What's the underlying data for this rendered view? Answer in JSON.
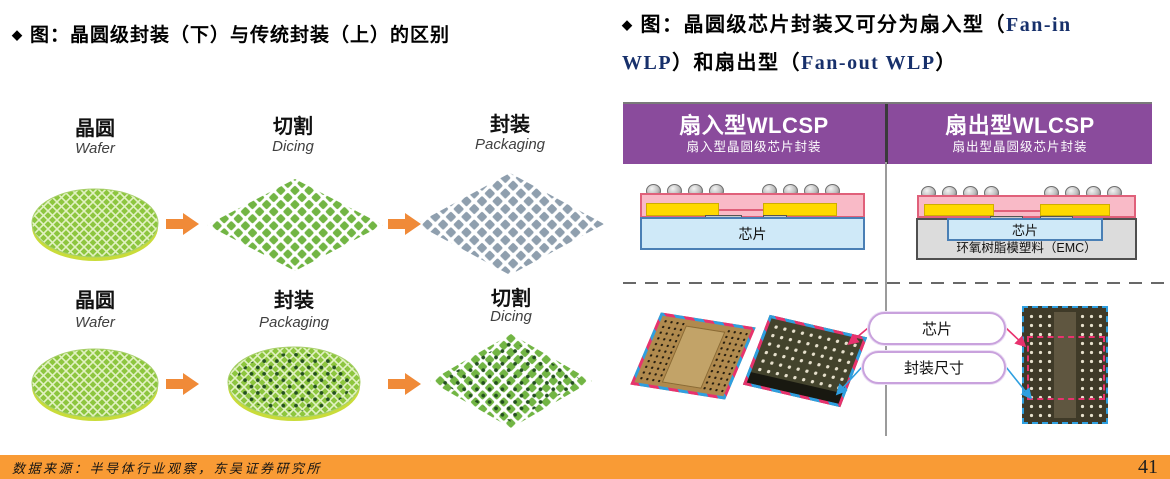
{
  "left_figure": {
    "bullet": "◆",
    "title": "图：晶圆级封装（下）与传统封装（上）的区别",
    "rows": [
      {
        "steps": [
          {
            "zh": "晶圆",
            "en": "Wafer"
          },
          {
            "zh": "切割",
            "en": "Dicing"
          },
          {
            "zh": "封装",
            "en": "Packaging"
          }
        ]
      },
      {
        "steps": [
          {
            "zh": "晶圆",
            "en": "Wafer"
          },
          {
            "zh": "封装",
            "en": "Packaging"
          },
          {
            "zh": "切割",
            "en": "Dicing"
          }
        ]
      }
    ]
  },
  "right_figure": {
    "bullet": "◆",
    "title_segments": {
      "s1": "图：晶圆级芯片封装又可分为扇入型（",
      "s2": "Fan-in",
      "s3": "WLP",
      "s4": "）和扇出型（",
      "s5": "Fan-out WLP",
      "s6": "）"
    },
    "fan_in": {
      "header": "扇入型WLCSP",
      "subheader": "扇入型晶圆级芯片封装",
      "chip_label": "芯片"
    },
    "fan_out": {
      "header": "扇出型WLCSP",
      "subheader": "扇出型晶圆级芯片封装",
      "chip_label": "芯片",
      "emc_label": "环氧树脂模塑料（EMC）"
    },
    "callouts": {
      "chip": "芯片",
      "package_size": "封装尺寸"
    }
  },
  "footer": {
    "source": "数据来源：半导体行业观察，东吴证券研究所",
    "page_number": "41"
  },
  "colors": {
    "banner_purple": "#8a4b9c",
    "footer_orange": "#f99b35",
    "arrow_orange": "#f08a38",
    "title_accent_blue": "#17306b",
    "wafer_green": "#8dc63f",
    "die_green": "#72b544",
    "package_gray": "#8f9fae",
    "layer_pink": "#f9bac7",
    "pad_yellow": "#ffd900",
    "chip_blue": "#cfe9f8",
    "emc_gray": "#dcdcdc",
    "callout_red": "#e8326e",
    "callout_blue": "#2e9fe0",
    "pill_border": "#c9a2dd"
  }
}
